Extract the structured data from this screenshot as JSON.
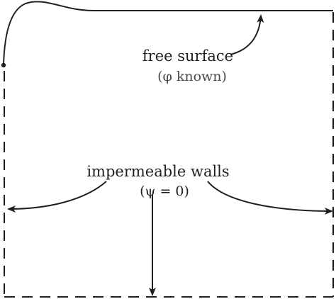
{
  "colors": {
    "stroke": "#1f1f1f",
    "text": "#1f1f1f",
    "background": "#ffffff"
  },
  "labels": {
    "free_surface": "free surface",
    "free_surface_condition": "(φ known)",
    "walls": "impermeable walls",
    "walls_condition": "(ψ = 0)"
  }
}
